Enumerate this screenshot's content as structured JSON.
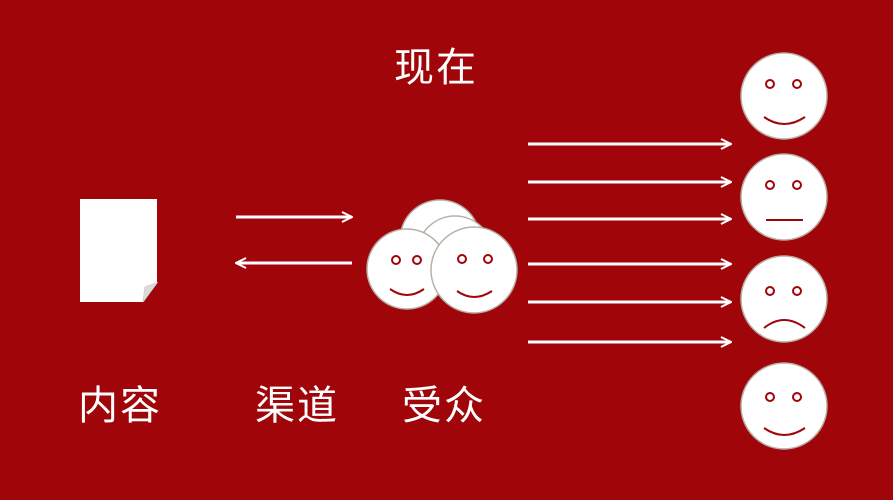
{
  "title": "现在",
  "labels": {
    "content": "内容",
    "channel": "渠道",
    "audience": "受众"
  },
  "colors": {
    "background": "#a0050a",
    "foreground": "#ffffff",
    "stroke": "#b8b0a8"
  },
  "icons": {
    "document": "document-icon",
    "audience_group": "audience-group-icon",
    "faces": [
      "happy-face-icon",
      "neutral-face-icon",
      "sad-face-icon",
      "happy-face-icon"
    ]
  }
}
